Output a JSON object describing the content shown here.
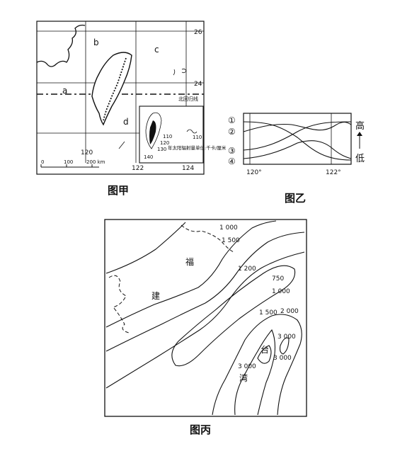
{
  "map_jia": {
    "caption": "图甲",
    "lon_labels": [
      "120",
      "122",
      "124"
    ],
    "lat_labels": [
      "26",
      "24"
    ],
    "letters": [
      "a",
      "b",
      "c",
      "d"
    ],
    "tropic_label": "北回归线",
    "scale_labels": [
      "0",
      "100",
      "200 km"
    ],
    "inset": {
      "values": [
        "110",
        "120",
        "130",
        "140",
        "110"
      ],
      "legend": "年太阳辐射量单位:千卡/厘米"
    }
  },
  "chart_yi": {
    "caption": "图乙",
    "markers": [
      "①",
      "②",
      "③",
      "④"
    ],
    "x_labels": [
      "120°",
      "122°"
    ],
    "y_high": "高",
    "y_low": "低"
  },
  "map_bing": {
    "caption": "图丙",
    "place_labels": [
      "福",
      "建",
      "台",
      "湾"
    ],
    "isoline_labels": [
      "1 000",
      "1 500",
      "1 200",
      "750",
      "1 000",
      "1 500",
      "2 000",
      "3 000",
      "3 000",
      "3 000"
    ]
  }
}
